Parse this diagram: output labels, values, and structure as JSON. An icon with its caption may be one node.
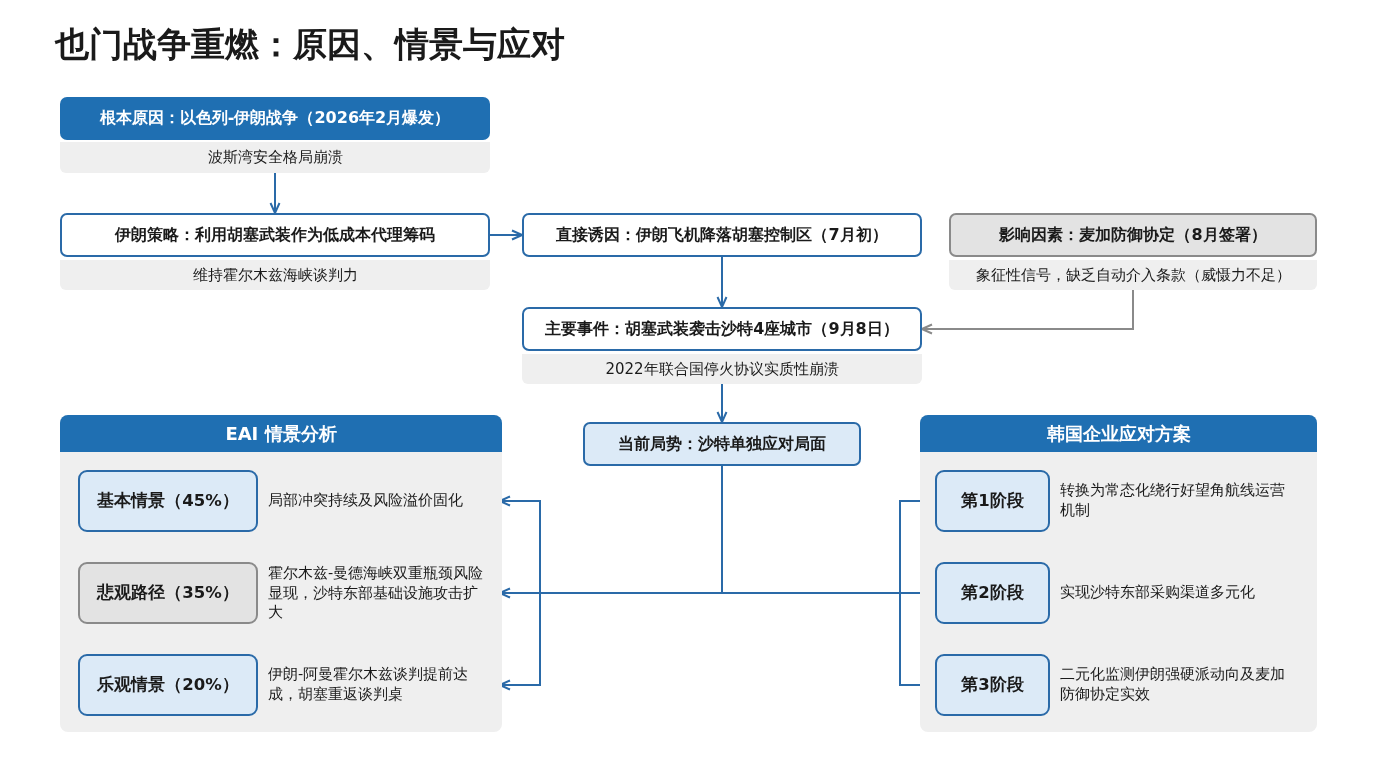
{
  "diagram": {
    "title": "也门战争重燃：原因、情景与应对",
    "nodes": [
      {
        "text": [
          "根本原因：以色列-伊朗战争（2026年2月爆发）",
          "波斯湾安全格局崩溃"
        ]
      },
      {
        "text": [
          "伊朗策略：利用胡塞武装作为低成本代理筹码",
          "维持霍尔木兹海峡谈判力"
        ]
      },
      {
        "text": [
          "直接诱因：伊朗飞机降落胡塞控制区（7月初）"
        ]
      },
      {
        "text": [
          "影响因素：麦加防御协定（8月签署）",
          "象征性信号，缺乏自动介入条款（威慑力不足）"
        ]
      },
      {
        "text": [
          "主要事件：胡塞武装袭击沙特4座城市（9月8日）",
          "2022年联合国停火协议实质性崩溃"
        ]
      },
      {
        "text": [
          "当前局势：沙特单独应对局面"
        ]
      },
      {
        "text": [
          "EAI 情景分析"
        ]
      },
      {
        "text": [
          "基本情景（45%）"
        ],
        "in": 6,
        "beside": [
          "局部冲突持续及风险溢价固化"
        ]
      },
      {
        "text": [
          "悲观路径（35%）"
        ],
        "in": 6,
        "beside": [
          "霍尔木兹-曼德海峡双重瓶颈风险显现，沙特东部基础设施攻击扩大"
        ]
      },
      {
        "text": [
          "乐观情景（20%）"
        ],
        "in": 6,
        "beside": [
          "伊朗-阿曼霍尔木兹谈判提前达成，胡塞重返谈判桌"
        ]
      },
      {
        "text": [
          "韩国企业应对方案"
        ]
      },
      {
        "text": [
          "第1阶段"
        ],
        "in": 10,
        "beside": [
          "转换为常态化绕行好望角航线运营机制"
        ]
      },
      {
        "text": [
          "第2阶段"
        ],
        "in": 10,
        "beside": [
          "实现沙特东部采购渠道多元化"
        ]
      },
      {
        "text": [
          "第3阶段"
        ],
        "in": 10,
        "beside": [
          "二元化监测伊朗强硬派动向及麦加防御协定实效"
        ]
      }
    ],
    "edges": [
      {
        "from": 0,
        "to": 1,
        "arrow": "to"
      },
      {
        "from": 1,
        "to": 2,
        "arrow": "to"
      },
      {
        "from": 2,
        "to": 4,
        "arrow": "to"
      },
      {
        "from": 3,
        "to": 4,
        "arrow": "to",
        "color": "#8a8a8a"
      },
      {
        "from": 4,
        "to": 5,
        "arrow": "to"
      },
      {
        "from": 5,
        "to": 7,
        "arrow": "to"
      },
      {
        "from": 5,
        "to": 8,
        "arrow": "to"
      },
      {
        "from": 5,
        "to": 9,
        "arrow": "to"
      },
      {
        "from": 5,
        "to": 11,
        "arrow": "to"
      },
      {
        "from": 5,
        "to": 12,
        "arrow": "to"
      },
      {
        "from": 5,
        "to": 13,
        "arrow": "to"
      }
    ]
  }
}
